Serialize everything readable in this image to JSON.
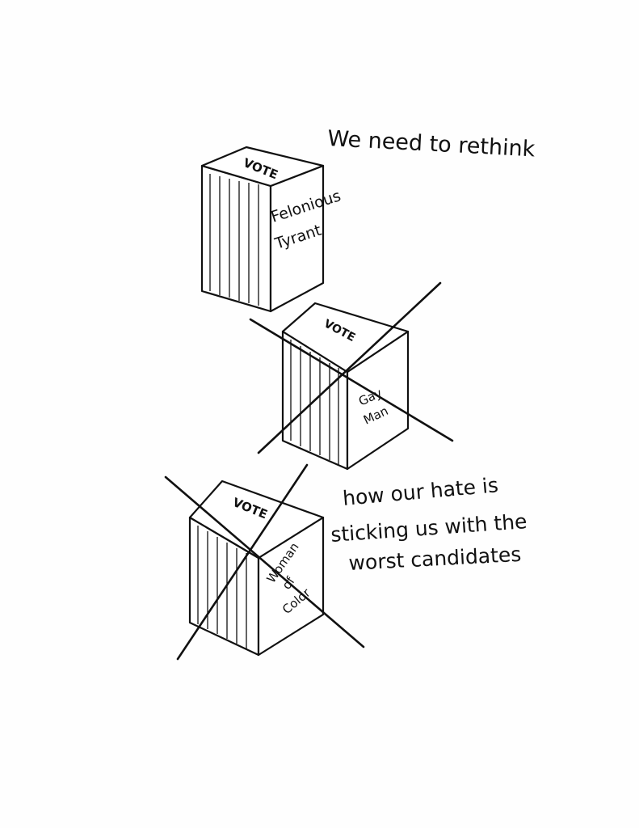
{
  "caption_top": "We need to rethink",
  "caption_bottom": [
    "how our hate is",
    "sticking us with the",
    "worst candidates"
  ],
  "booths": [
    {
      "top_label": "VOTE",
      "side_label": [
        "Felonious",
        "Tyrant"
      ],
      "crossed_out": false
    },
    {
      "top_label": "VOTE",
      "side_label": [
        "Gay",
        "Man"
      ],
      "crossed_out": true
    },
    {
      "top_label": "VOTE",
      "side_label": [
        "Woman",
        "of",
        "Color"
      ],
      "crossed_out": true
    }
  ]
}
